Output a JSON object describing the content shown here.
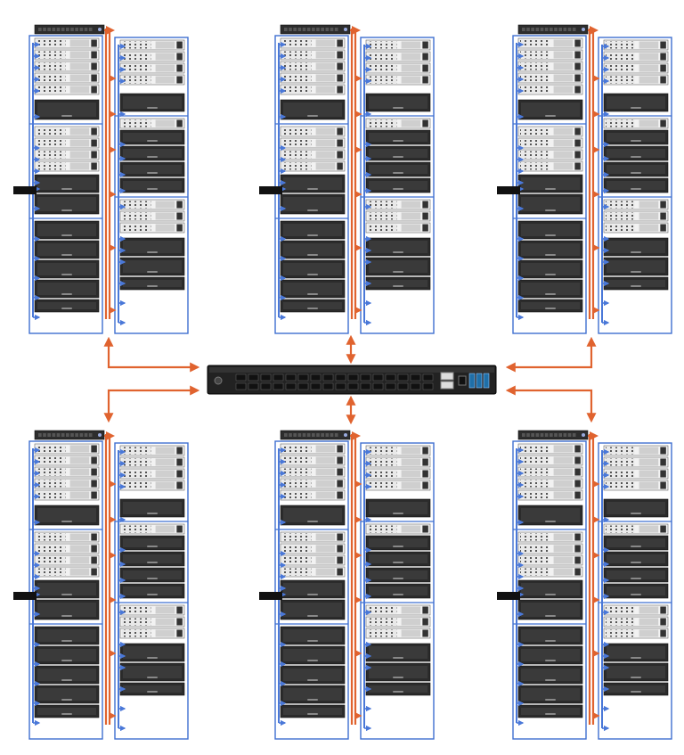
{
  "diagram": {
    "type": "network-topology",
    "description_hidden": false,
    "colors": {
      "cable_internal": "#4a78d8",
      "cable_uplink": "#e0632f",
      "rack_outline": "#3f6fd0",
      "server_face": "#f2f2f2",
      "server_dark": "#2b2b2b",
      "switch_body": "#222222"
    },
    "icons": [
      "rack-icon",
      "server-icon",
      "switch-icon",
      "arrow-icon"
    ],
    "pods": [
      {
        "id": "pod-top-left"
      },
      {
        "id": "pod-top-center"
      },
      {
        "id": "pod-top-right"
      },
      {
        "id": "pod-bottom-left"
      },
      {
        "id": "pod-bottom-center"
      },
      {
        "id": "pod-bottom-right"
      }
    ],
    "core_switch": {
      "id": "core-switch",
      "ports_sfp": 32,
      "ports_rj45": 2
    }
  }
}
